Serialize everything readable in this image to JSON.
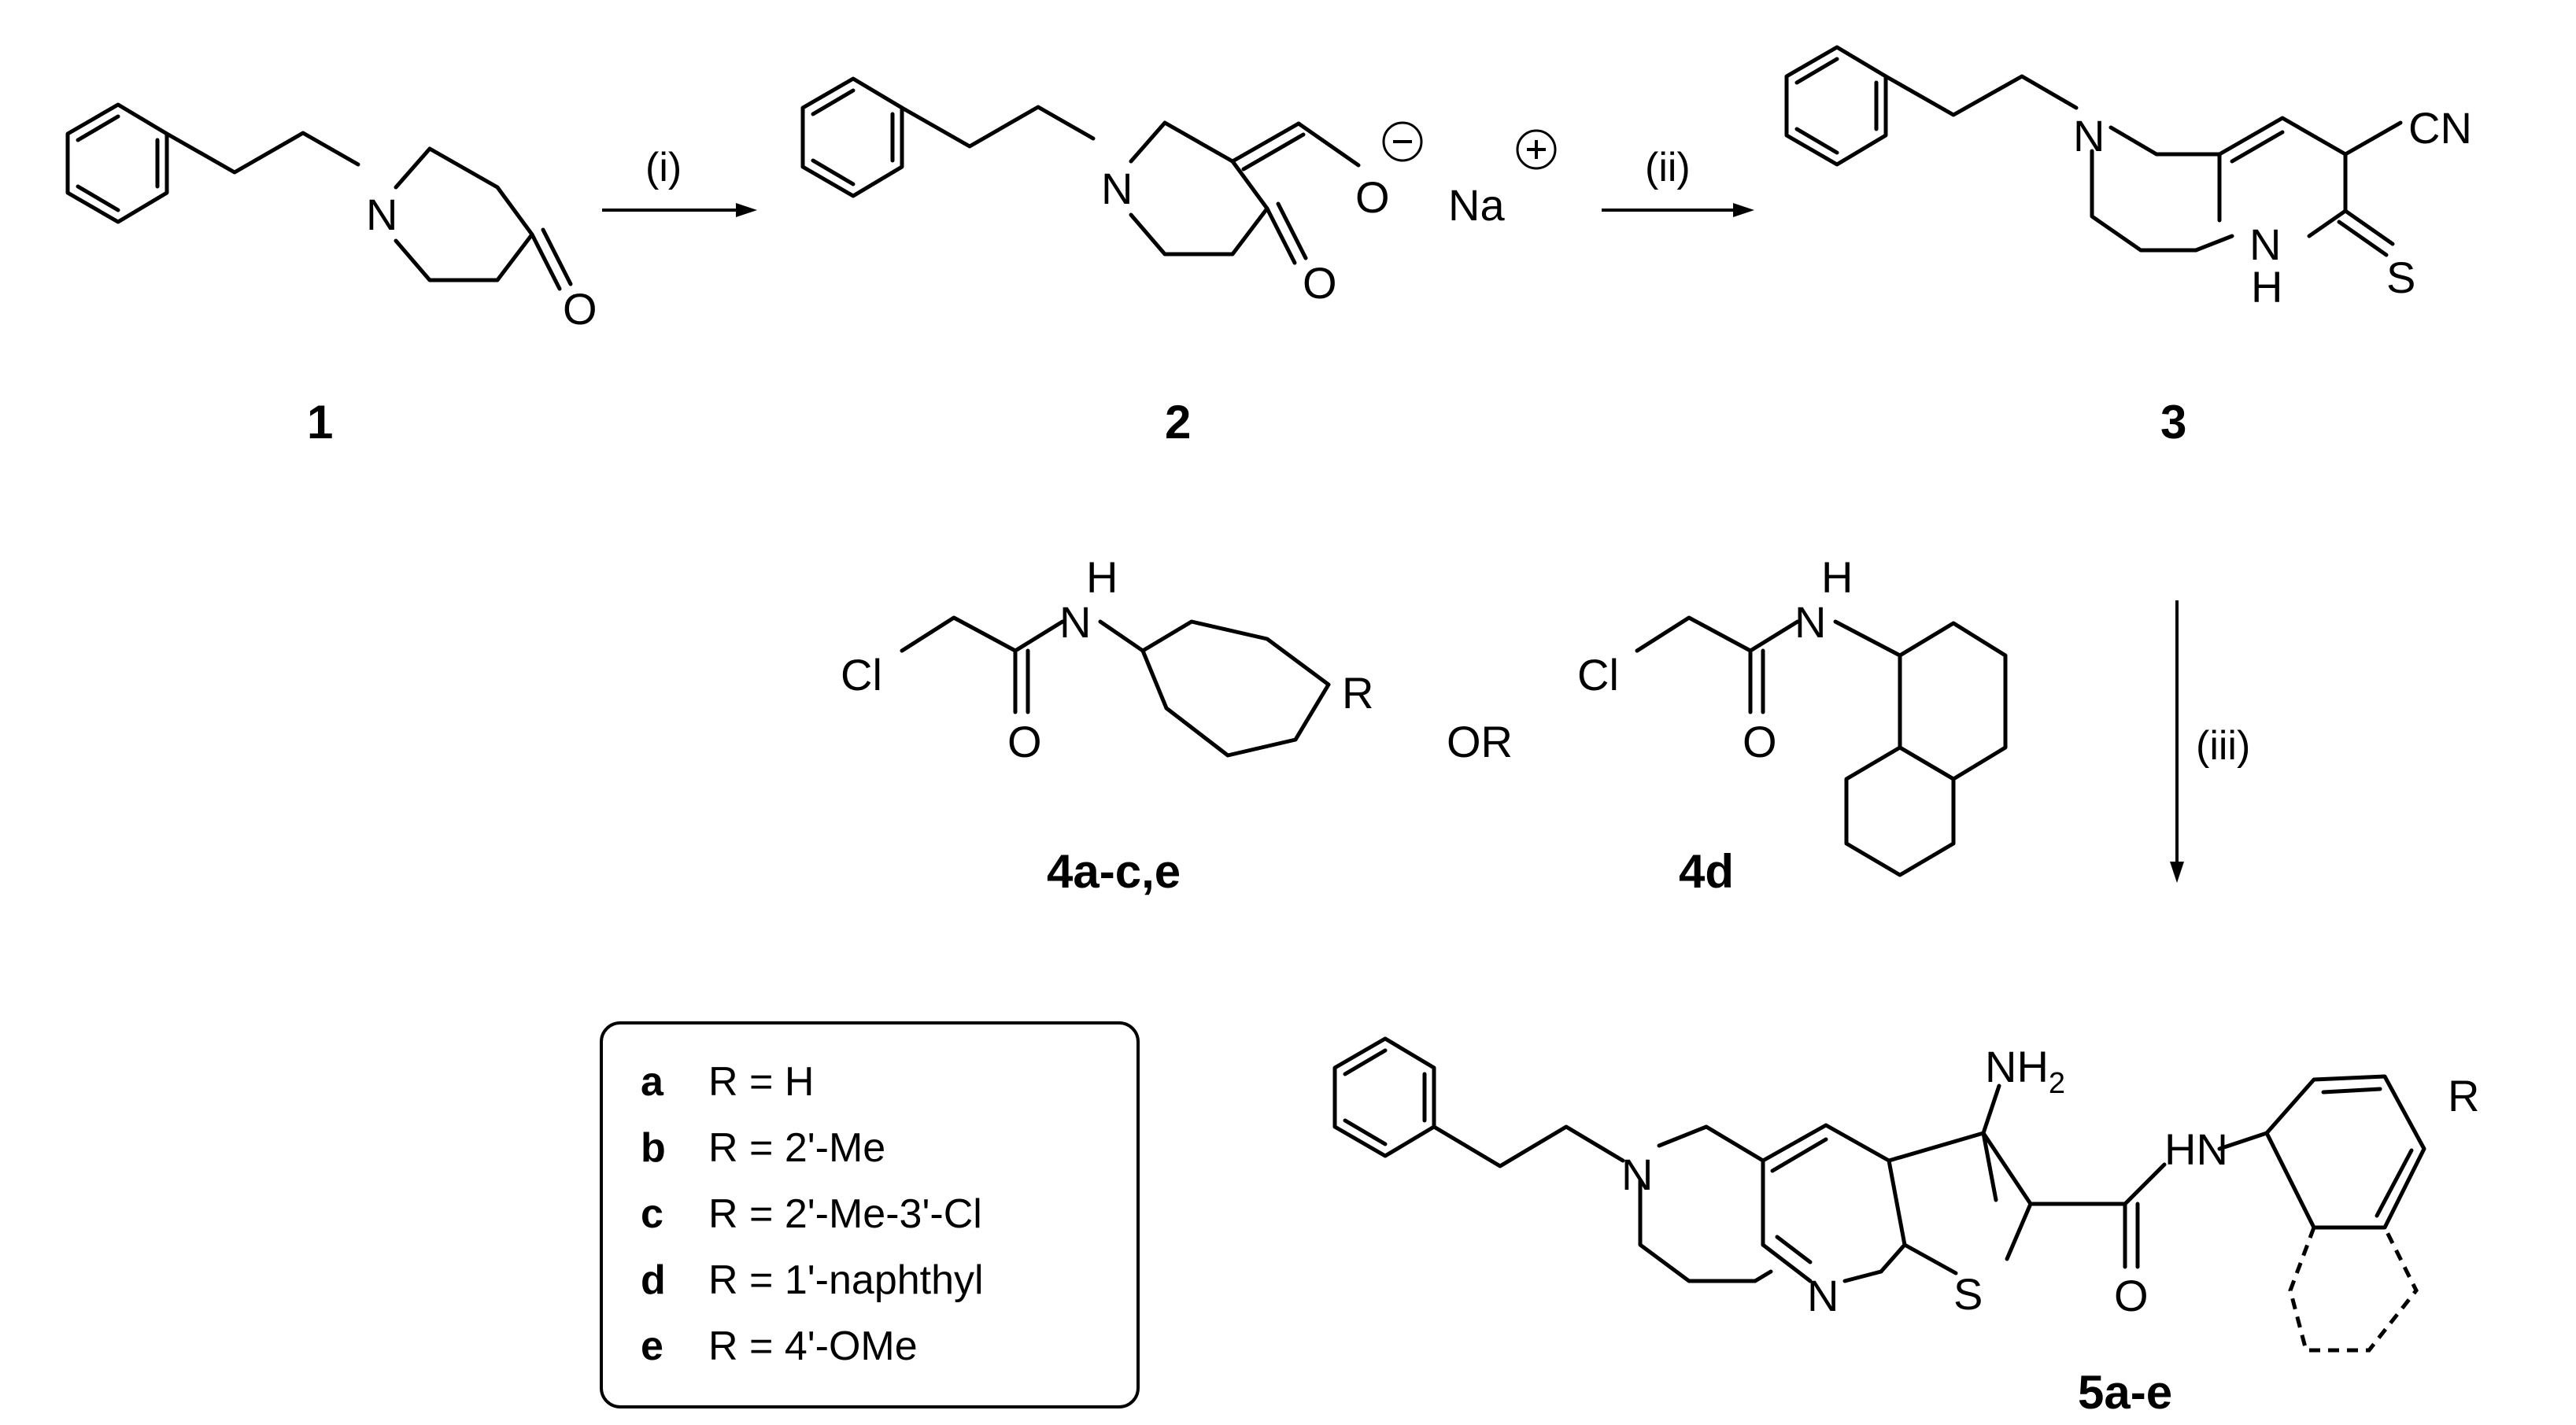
{
  "conditions": {
    "step1": "(i)",
    "step2": "(ii)",
    "step3": "(iii)"
  },
  "compounds": {
    "c1": "1",
    "c2": "2",
    "c3": "3",
    "c4ace": "4a-c,e",
    "c4d": "4d",
    "c5": "5a-e"
  },
  "atoms": {
    "N": "N",
    "O": "O",
    "Na": "Na",
    "CN": "CN",
    "S": "S",
    "H": "H",
    "Cl": "Cl",
    "R": "R",
    "NH2_main": "NH",
    "NH2_sub": "2",
    "HN": "HN"
  },
  "or_text": "OR",
  "legend": [
    {
      "key": "a",
      "value": "R = H"
    },
    {
      "key": "b",
      "value": "R = 2'-Me"
    },
    {
      "key": "c",
      "value": "R = 2'-Me-3'-Cl"
    },
    {
      "key": "d",
      "value": "R = 1'-naphthyl"
    },
    {
      "key": "e",
      "value": "R = 4'-OMe"
    }
  ]
}
